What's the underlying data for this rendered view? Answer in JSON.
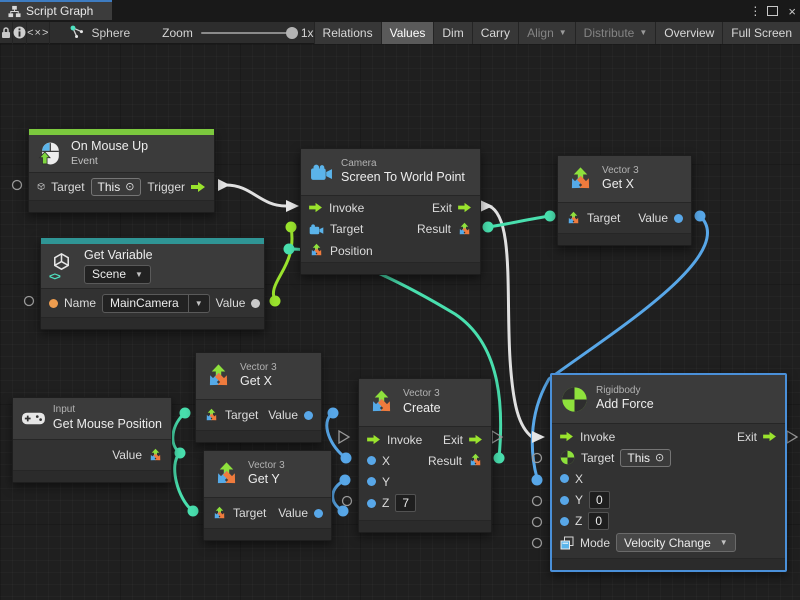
{
  "window": {
    "tab_title": "Script Graph",
    "menu_glyph": "⋮",
    "close_glyph": "×"
  },
  "toolbar": {
    "code_button": "<×>",
    "graph_name": "Sphere",
    "zoom_label": "Zoom",
    "zoom_value": "1x",
    "right_buttons": [
      {
        "label": "Relations"
      },
      {
        "label": "Values",
        "selected": true
      },
      {
        "label": "Dim"
      },
      {
        "label": "Carry"
      },
      {
        "label": "Align",
        "disabled": true,
        "dropdown": true
      },
      {
        "label": "Distribute",
        "disabled": true,
        "dropdown": true
      },
      {
        "label": "Overview"
      },
      {
        "label": "Full Screen"
      }
    ]
  },
  "icons": {
    "dropdown": "▼",
    "target": "⊙",
    "angle_pair": "<>"
  },
  "nodes": {
    "on_mouse_up": {
      "title": "On Mouse Up",
      "subtitle": "Event",
      "target": "Target",
      "target_value": "This",
      "trigger": "Trigger"
    },
    "get_variable": {
      "title": "Get Variable",
      "scope": "Scene",
      "name": "Name",
      "name_value": "MainCamera",
      "value": "Value"
    },
    "screen_to_world": {
      "category": "Camera",
      "title": "Screen To World Point",
      "invoke": "Invoke",
      "exit": "Exit",
      "target": "Target",
      "result": "Result",
      "position": "Position"
    },
    "get_x_top": {
      "category": "Vector 3",
      "title": "Get X",
      "target": "Target",
      "value": "Value"
    },
    "get_x_mid": {
      "category": "Vector 3",
      "title": "Get X",
      "target": "Target",
      "value": "Value"
    },
    "get_y": {
      "category": "Vector 3",
      "title": "Get Y",
      "target": "Target",
      "value": "Value"
    },
    "get_mouse_position": {
      "category": "Input",
      "title": "Get Mouse Position",
      "value": "Value"
    },
    "create": {
      "category": "Vector 3",
      "title": "Create",
      "invoke": "Invoke",
      "exit": "Exit",
      "x": "X",
      "y": "Y",
      "z": "Z",
      "z_value": "7",
      "result": "Result"
    },
    "add_force": {
      "category": "Rigidbody",
      "title": "Add Force",
      "invoke": "Invoke",
      "exit": "Exit",
      "target": "Target",
      "target_value": "This",
      "x": "X",
      "y": "Y",
      "y_value": "0",
      "z": "Z",
      "z_value": "0",
      "mode": "Mode",
      "mode_value": "Velocity Change"
    }
  },
  "colors": {
    "event_accent_green": "#7cc93e",
    "variable_accent_teal": "#2f9595",
    "control_wire_white": "#e0e0e0",
    "object_wire_green": "#9ae32d",
    "vector_wire_mint": "#49dfae",
    "float_wire_blue": "#58a7e8",
    "name_port_orange": "#ee9d4f",
    "selection_blue": "#4a90d9"
  }
}
